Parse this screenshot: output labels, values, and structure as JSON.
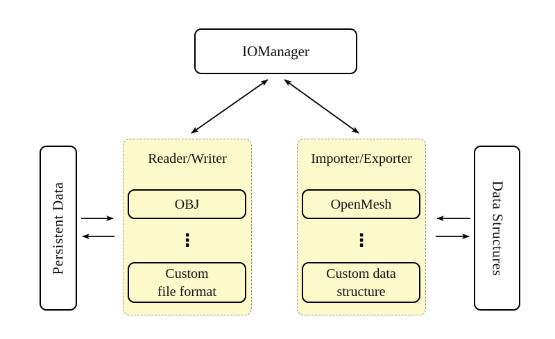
{
  "diagram": {
    "nodes": {
      "iomanager": {
        "label": "IOManager"
      },
      "persistent_data": {
        "label": "Persistent Data"
      },
      "data_structures": {
        "label": "Data Structures"
      }
    },
    "groups": [
      {
        "title": "Reader/Writer",
        "top_item": "OBJ",
        "ellipsis": "⋮",
        "bottom_item_line1": "Custom",
        "bottom_item_line2": "file format"
      },
      {
        "title": "Importer/Exporter",
        "top_item": "OpenMesh",
        "ellipsis": "⋮",
        "bottom_item_line1": "Custom data",
        "bottom_item_line2": "structure"
      }
    ],
    "colors": {
      "group_fill": "#FCF9CB",
      "group_border": "#909090",
      "node_border": "#000000",
      "node_fill": "#FFFFFF",
      "arrow": "#000000",
      "background": "#FFFFFF"
    }
  }
}
